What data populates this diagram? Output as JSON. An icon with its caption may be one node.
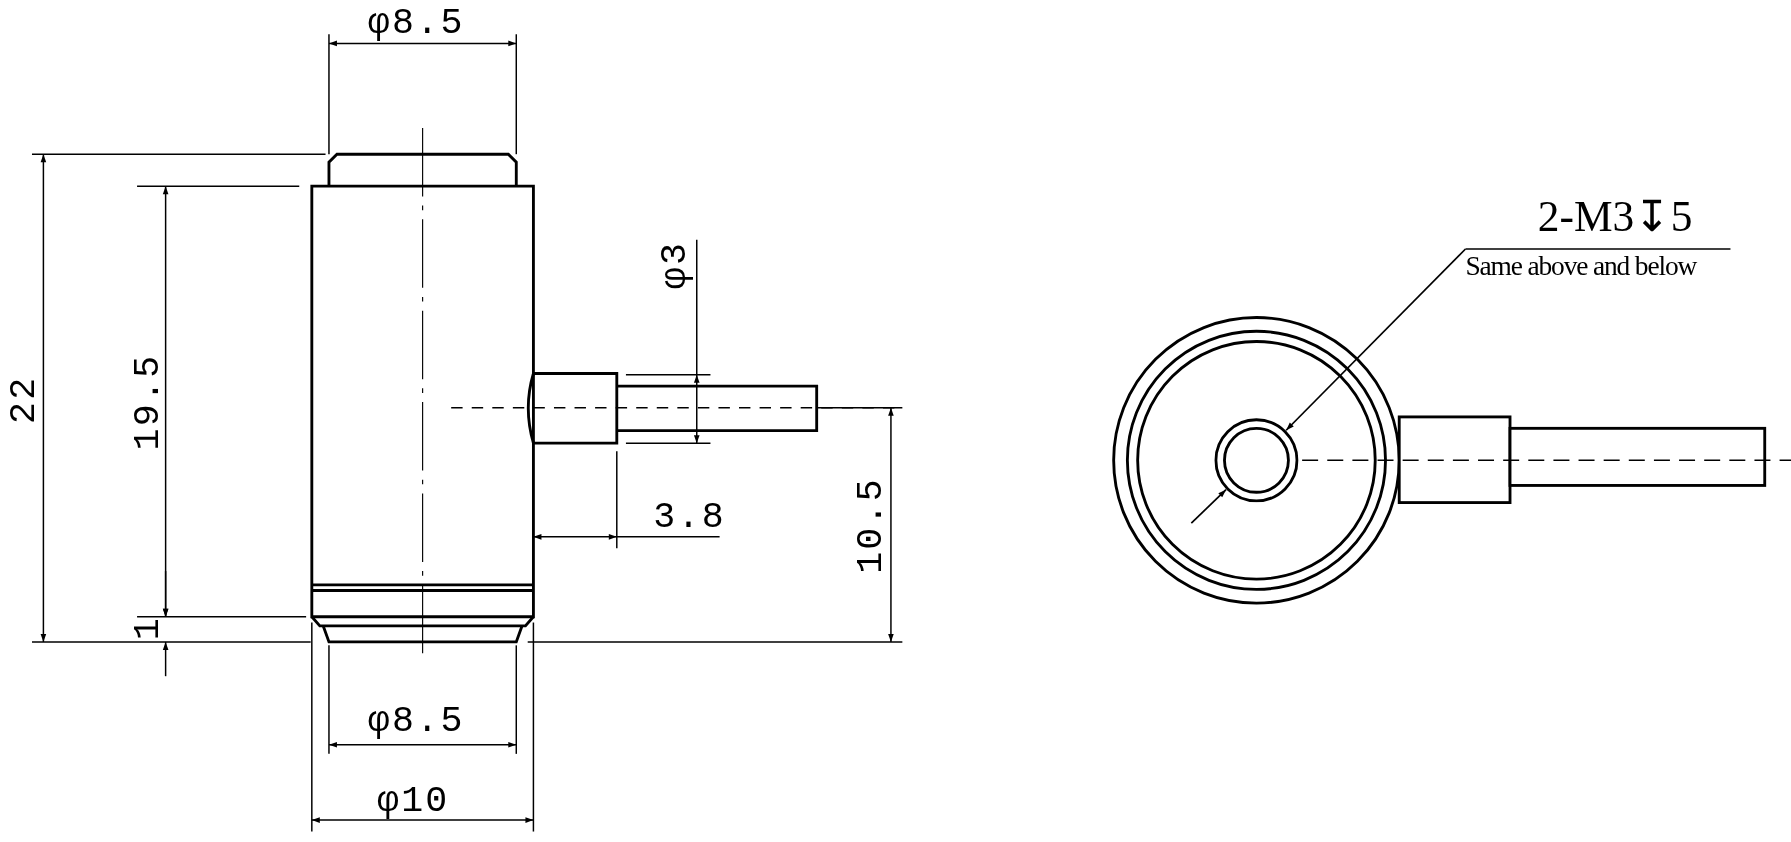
{
  "diagram": {
    "nodes": [
      {
        "text": [
          "2-M3↧5",
          "Same above and below"
        ]
      },
      {
        "text": [],
        "shape": "circle"
      }
    ],
    "edges": [
      {
        "from": 0,
        "to": 1,
        "arrow": "to"
      },
      {
        "from": null,
        "to": 1,
        "arrow": "to"
      }
    ],
    "labels": [
      "φ8.5",
      "22",
      "19.5",
      "φ3",
      "3.8",
      "10.5",
      "1",
      "φ8.5",
      "φ10"
    ]
  }
}
